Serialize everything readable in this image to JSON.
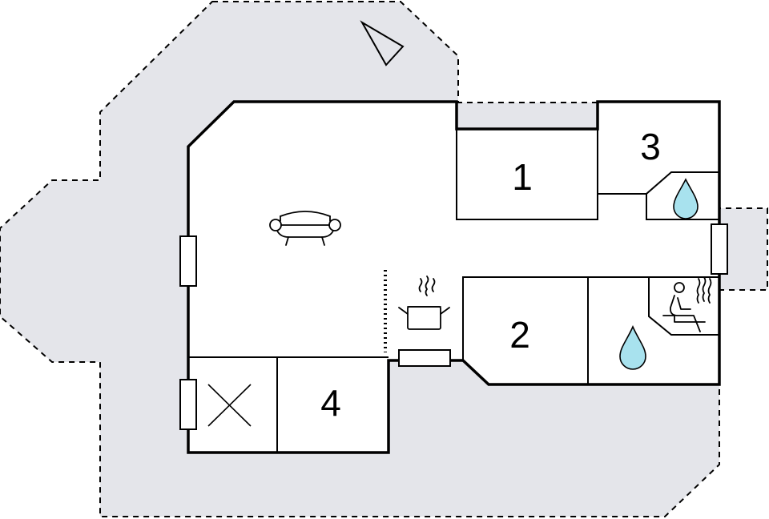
{
  "colors": {
    "terrain_fill": "#e4e5ea",
    "interior_fill": "#ffffff",
    "wall": "#000000",
    "water_drop": "#a8e2ee"
  },
  "rooms": [
    {
      "id": "room-1",
      "number": "1"
    },
    {
      "id": "room-2",
      "number": "2"
    },
    {
      "id": "room-3",
      "number": "3"
    },
    {
      "id": "room-4",
      "number": "4"
    }
  ],
  "icons": {
    "sofa": "sofa-icon",
    "cooking_pot": "cooking-pot-icon",
    "water_drops": "water-drop-icon",
    "sauna": "sauna-icon",
    "fireplace_cross": "cross-mark-icon",
    "north_arrow": "north-arrow-icon"
  }
}
